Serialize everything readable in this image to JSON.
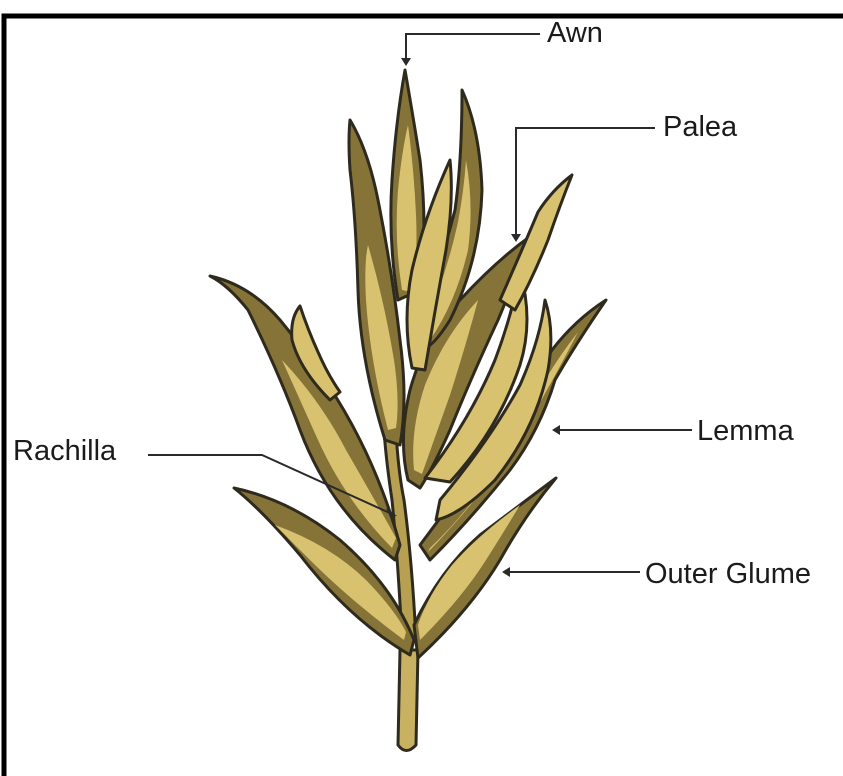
{
  "labels": {
    "awn": "Awn",
    "palea": "Palea",
    "lemma": "Lemma",
    "rachilla": "Rachilla",
    "outer_glume": "Outer Glume"
  },
  "colors": {
    "light": "#d9c26f",
    "dark": "#857338",
    "outline": "#2e2a1e",
    "stem": "#c8b160",
    "leader": "#2a2a2a",
    "frame": "#000000"
  }
}
